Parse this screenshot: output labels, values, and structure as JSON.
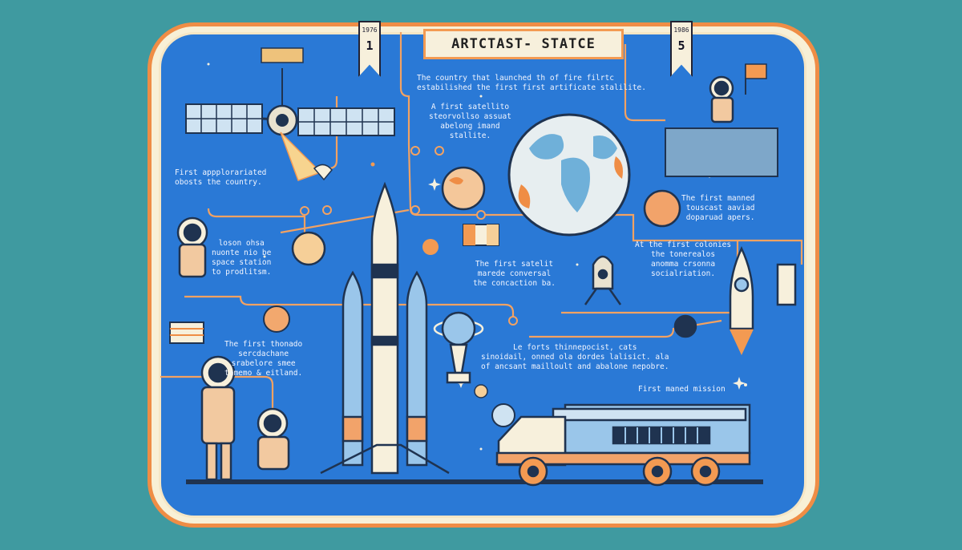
{
  "title": "ARTCTAST- STATCE",
  "banners": [
    {
      "year": "1976",
      "number": "1"
    },
    {
      "year": "1986",
      "number": "5"
    }
  ],
  "labels": {
    "top_center": "The country that launched th of fire filrtc\nestabilished the first first artificate stalilite.",
    "first_satellite": "A first satellito\nsteorvollso assuat\nabelong imand\nstallite.",
    "first_application": "First appplorariated\nobosts the country.",
    "space_station": "loson ohsa\nnuonte nio be\nspace station\nto prodlitsm.",
    "first_thousand": "The first thonado\nsercdachane\nsrabelore smee\ntamemo & eitland.",
    "first_manned": "The first manned\ntouscast aaviad\ndoparuad apers.",
    "first_colonies": "At the first colonies\nthe tonerealos\nanomma crsonna\nsocialriation.",
    "first_satellite_2": "The first satelit\nmarede conversal\nthe concaction ba.",
    "first_things": "Le forts thinnepocist, cats\nsinoidail, onned ola dordes lalisict. ala\nof ancsant mailloult and abalone nepobre.",
    "first_mission": "First maned mission"
  },
  "icons": [
    "satellite-icon",
    "globe-icon",
    "rocket-icon",
    "astronaut-icon",
    "planet-icon",
    "flag-icon",
    "truck-icon",
    "telescope-icon",
    "lander-icon"
  ],
  "colors": {
    "background": "#3f9aa0",
    "board": "#f8f0d6",
    "border": "#ef8d45",
    "panel": "#2a79d6",
    "accent": "#f39a52"
  }
}
